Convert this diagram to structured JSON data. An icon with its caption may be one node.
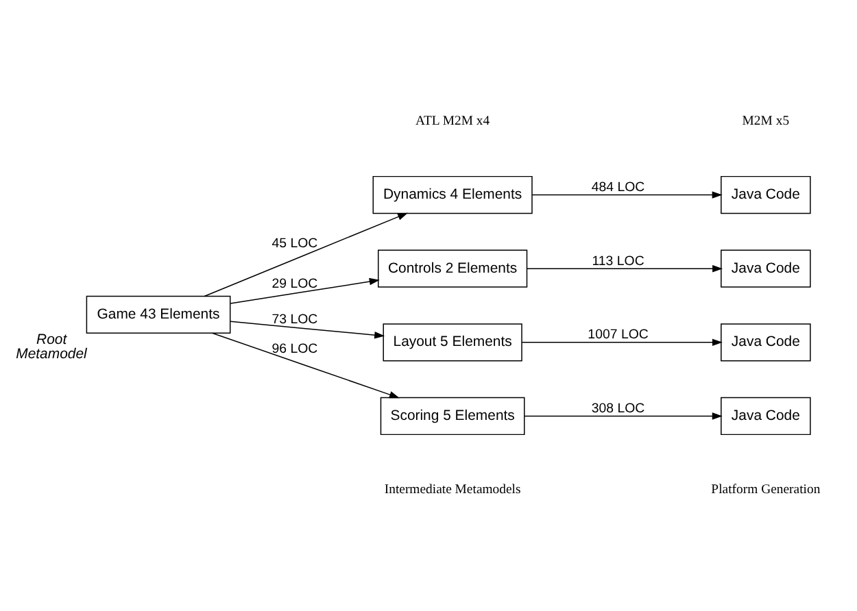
{
  "diagram": {
    "nodes": [
      {
        "text": [
          "Game 43 Elements"
        ],
        "beside": [
          "Root Metamodel"
        ]
      },
      {
        "text": [
          "Dynamics 4 Elements"
        ]
      },
      {
        "text": [
          "Controls 2 Elements"
        ]
      },
      {
        "text": [
          "Layout 5 Elements"
        ]
      },
      {
        "text": [
          "Scoring 5 Elements"
        ]
      },
      {
        "text": [
          "Java Code"
        ]
      },
      {
        "text": [
          "Java Code"
        ]
      },
      {
        "text": [
          "Java Code"
        ]
      },
      {
        "text": [
          "Java Code"
        ]
      }
    ],
    "edges": [
      {
        "from": 0,
        "to": 1,
        "arrow": "to",
        "label": "45 LOC"
      },
      {
        "from": 0,
        "to": 2,
        "arrow": "to",
        "label": "29 LOC"
      },
      {
        "from": 0,
        "to": 3,
        "arrow": "to",
        "label": "73 LOC"
      },
      {
        "from": 0,
        "to": 4,
        "arrow": "to",
        "label": "96 LOC"
      },
      {
        "from": 1,
        "to": 5,
        "arrow": "to",
        "label": "484 LOC"
      },
      {
        "from": 2,
        "to": 6,
        "arrow": "to",
        "label": "113 LOC"
      },
      {
        "from": 3,
        "to": 7,
        "arrow": "to",
        "label": "1007 LOC"
      },
      {
        "from": 4,
        "to": 8,
        "arrow": "to",
        "label": "308 LOC"
      }
    ],
    "labels": [
      "M2M x5",
      "ATL M2M x4",
      "Intermediate Metamodels",
      "Platform Generation"
    ]
  }
}
